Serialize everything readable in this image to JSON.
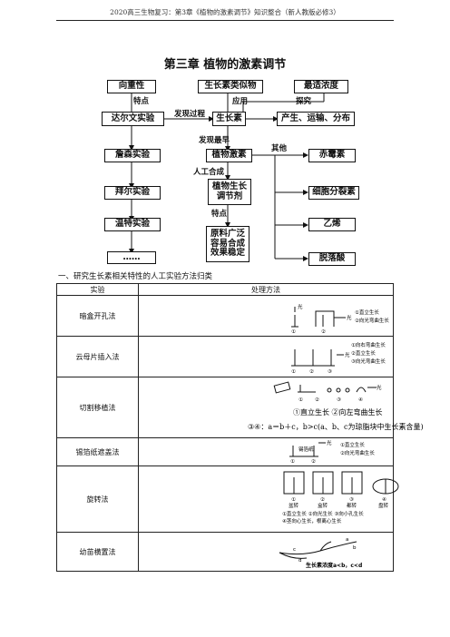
{
  "header": "2020高三生物复习：第3章《植物的激素调节》知识整合（新人教版必修3）",
  "title": "第三章  植物的激素调节",
  "concept_map": {
    "xiangzhongxing": "向重性",
    "auxin_like": "生长素类似物",
    "optimal_conc": "最适浓度",
    "tedian1": "特点",
    "yingyong": "应用",
    "tanjiu": "探究",
    "darwin": "达尔文实验",
    "faxianguocheng": "发现过程",
    "auxin": "生长素",
    "produce": "产生、运输、分布",
    "faxianyuzao": "发现最早",
    "qita": "其他",
    "jansen": "詹森实验",
    "plant_hormone": "植物激素",
    "gibberellin": "赤霉素",
    "rengonghecheng": "人工合成",
    "bayer": "拜尔实验",
    "regulator": "植物生长调节剂",
    "cytokinin": "细胞分裂素",
    "tedian2": "特点",
    "went": "温特实验",
    "features": "原料广泛容易合成效果稳定",
    "ethylene": "乙烯",
    "dots": "……",
    "aba": "脱落酸"
  },
  "section": "一、研究生长素相关特性的人工实验方法归类",
  "table": {
    "headers": [
      "实验",
      "处理方法"
    ],
    "rows": [
      {
        "name": "暗盒开孔法",
        "labels": [
          "光",
          "光",
          "①",
          "②",
          "①直立生长",
          "②向光弯曲生长"
        ]
      },
      {
        "name": "云母片插入法",
        "labels": [
          "光",
          "①",
          "②",
          "③",
          "①向右弯曲生长",
          "②直立生长",
          "③向光弯曲生长"
        ]
      },
      {
        "name": "切割移植法",
        "labels": [
          "光",
          "①",
          "②",
          "③",
          "④",
          "①直立生长  ②向左弯曲生长",
          "③④：a＝b＋c，b>c(a、b、c为琼脂块中生长素含量)"
        ]
      },
      {
        "name": "锡箔纸遮盖法",
        "labels": [
          "光",
          "锡箔纸",
          "①",
          "②",
          "①直立生长",
          "②向光弯曲生长"
        ]
      },
      {
        "name": "旋转法",
        "labels": [
          "①",
          "②",
          "③",
          "④",
          "盆转",
          "盒转",
          "都转",
          "盘转",
          "①直立生长  ②向光生长  ③向小孔生长",
          "④茎向心生长，根离心生长"
        ]
      },
      {
        "name": "幼苗横置法",
        "labels": [
          "a",
          "b",
          "c",
          "d",
          "生长素浓度a<b，c<d"
        ]
      }
    ]
  }
}
